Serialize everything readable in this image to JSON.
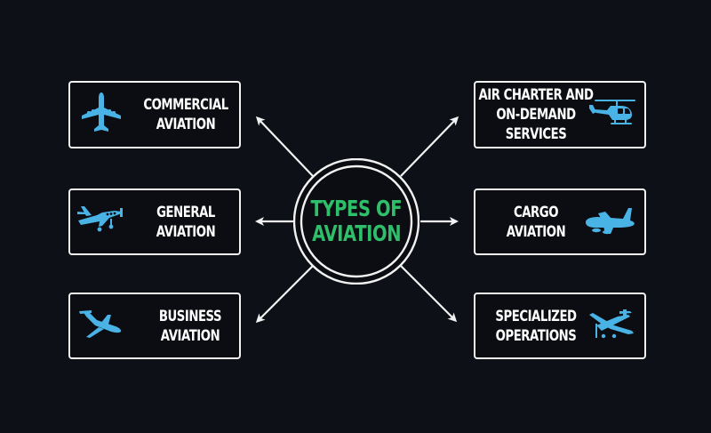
{
  "diagram": {
    "title_lines": [
      "TYPES OF",
      "AVIATION"
    ],
    "colors": {
      "background": "#0d1117",
      "box_border": "#f2f2f2",
      "text": "#ffffff",
      "title": "#2fbf6b",
      "icon": "#4ab3e6",
      "arrow": "#f2f2f2"
    },
    "nodes": [
      {
        "id": "commercial",
        "lines": [
          "COMMERCIAL",
          "AVIATION"
        ],
        "icon": "airliner-top-view-icon",
        "position": "top-left"
      },
      {
        "id": "general",
        "lines": [
          "GENERAL",
          "AVIATION"
        ],
        "icon": "small-propeller-plane-icon",
        "position": "middle-left"
      },
      {
        "id": "business",
        "lines": [
          "BUSINESS",
          "AVIATION"
        ],
        "icon": "business-jet-icon",
        "position": "bottom-left"
      },
      {
        "id": "charter",
        "lines": [
          "AIR CHARTER AND",
          "ON-DEMAND",
          "SERVICES"
        ],
        "icon": "helicopter-icon",
        "position": "top-right"
      },
      {
        "id": "cargo",
        "lines": [
          "CARGO",
          "AVIATION"
        ],
        "icon": "cargo-jet-icon",
        "position": "middle-right"
      },
      {
        "id": "specialized",
        "lines": [
          "SPECIALIZED",
          "OPERATIONS"
        ],
        "icon": "utility-plane-icon",
        "position": "bottom-right"
      }
    ]
  }
}
